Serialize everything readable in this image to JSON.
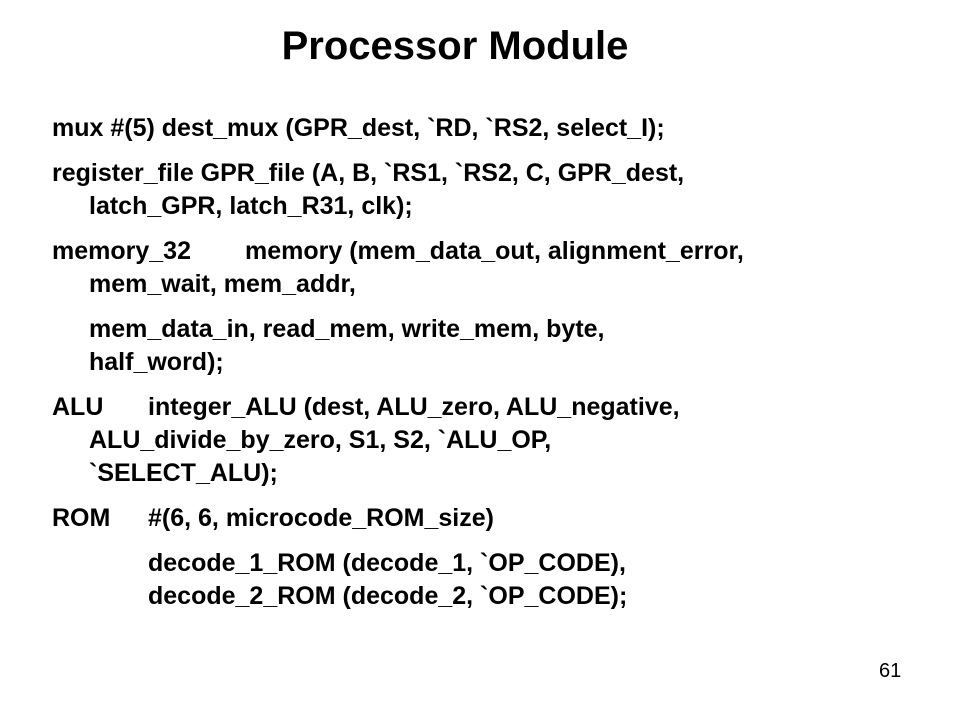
{
  "slide": {
    "title": "Processor Module",
    "line_mux": "mux #(5) dest_mux (GPR_dest, `RD, `RS2, select_I);",
    "line_regfile_1": "register_file GPR_file (A, B, `RS1, `RS2, C, GPR_dest,",
    "line_regfile_2": "latch_GPR, latch_R31, clk);",
    "mem_type": "memory_32",
    "mem_line_1": "memory (mem_data_out, alignment_error,",
    "mem_line_2": "mem_wait, mem_addr,",
    "mem_line_3": "mem_data_in, read_mem, write_mem, byte,",
    "mem_line_4": "half_word);",
    "alu_type": "ALU",
    "alu_line_1": "integer_ALU (dest, ALU_zero, ALU_negative,",
    "alu_line_2": "ALU_divide_by_zero, S1, S2, `ALU_OP,",
    "alu_line_3": "`SELECT_ALU);",
    "rom_type": "ROM",
    "rom_params": "#(6, 6, microcode_ROM_size)",
    "rom_line_1": "decode_1_ROM (decode_1, `OP_CODE),",
    "rom_line_2": "decode_2_ROM (decode_2, `OP_CODE);",
    "page_number": "61"
  }
}
